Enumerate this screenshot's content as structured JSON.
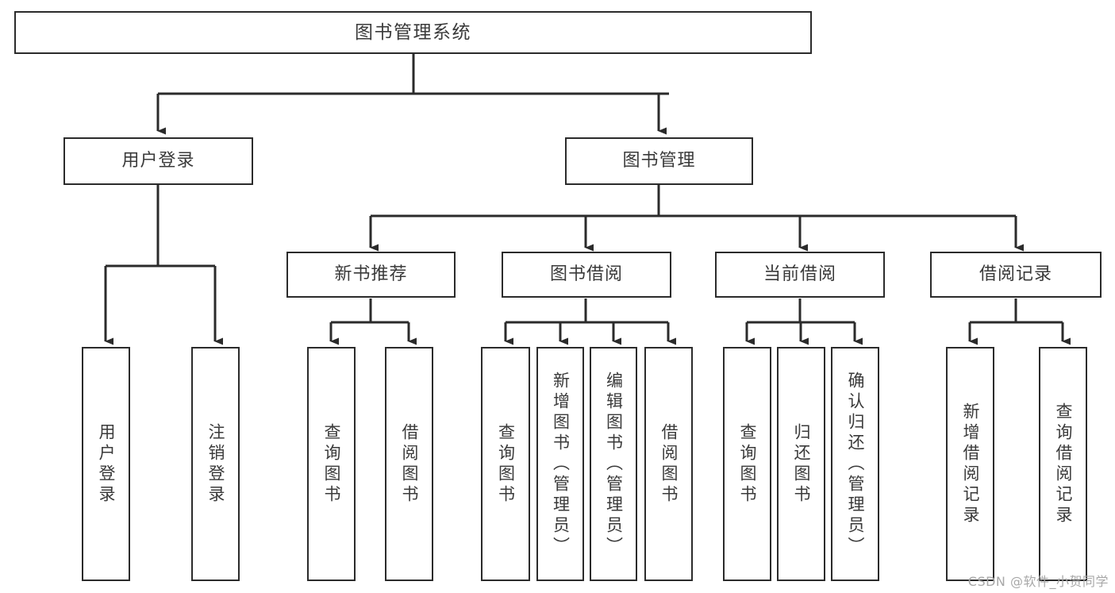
{
  "diagram": {
    "title": "图书管理系统",
    "type": "tree-hierarchy",
    "watermark": "CSDN @软件_小贺同学",
    "colors": {
      "border": "#2b2b2b",
      "text": "#3a3a3a",
      "background": "#ffffff",
      "watermark": "#a8a8a8"
    },
    "nodes": {
      "root": {
        "label": "图书管理系统"
      },
      "level2": [
        {
          "id": "user-login",
          "label": "用户登录"
        },
        {
          "id": "book-manage",
          "label": "图书管理"
        }
      ],
      "level3": [
        {
          "id": "new-book-recommend",
          "label": "新书推荐"
        },
        {
          "id": "book-borrow",
          "label": "图书借阅"
        },
        {
          "id": "current-borrow",
          "label": "当前借阅"
        },
        {
          "id": "borrow-record",
          "label": "借阅记录"
        }
      ],
      "leaves": {
        "user_login": [
          {
            "id": "leaf-user-login",
            "label": "用户登录"
          },
          {
            "id": "leaf-logout-login",
            "label": "注销登录"
          }
        ],
        "new_book_recommend": [
          {
            "id": "leaf-query-book-1",
            "label": "查询图书"
          },
          {
            "id": "leaf-borrow-book-1",
            "label": "借阅图书"
          }
        ],
        "book_borrow": [
          {
            "id": "leaf-query-book-2",
            "label": "查询图书"
          },
          {
            "id": "leaf-add-book",
            "label": "新增图书（管理员）"
          },
          {
            "id": "leaf-edit-book",
            "label": "编辑图书（管理员）"
          },
          {
            "id": "leaf-borrow-book-2",
            "label": "借阅图书"
          }
        ],
        "current_borrow": [
          {
            "id": "leaf-query-book-3",
            "label": "查询图书"
          },
          {
            "id": "leaf-return-book",
            "label": "归还图书"
          },
          {
            "id": "leaf-confirm-return",
            "label": "确认归还（管理员）"
          }
        ],
        "borrow_record": [
          {
            "id": "leaf-add-record",
            "label": "新增借阅记录"
          },
          {
            "id": "leaf-query-record",
            "label": "查询借阅记录"
          }
        ]
      }
    }
  }
}
